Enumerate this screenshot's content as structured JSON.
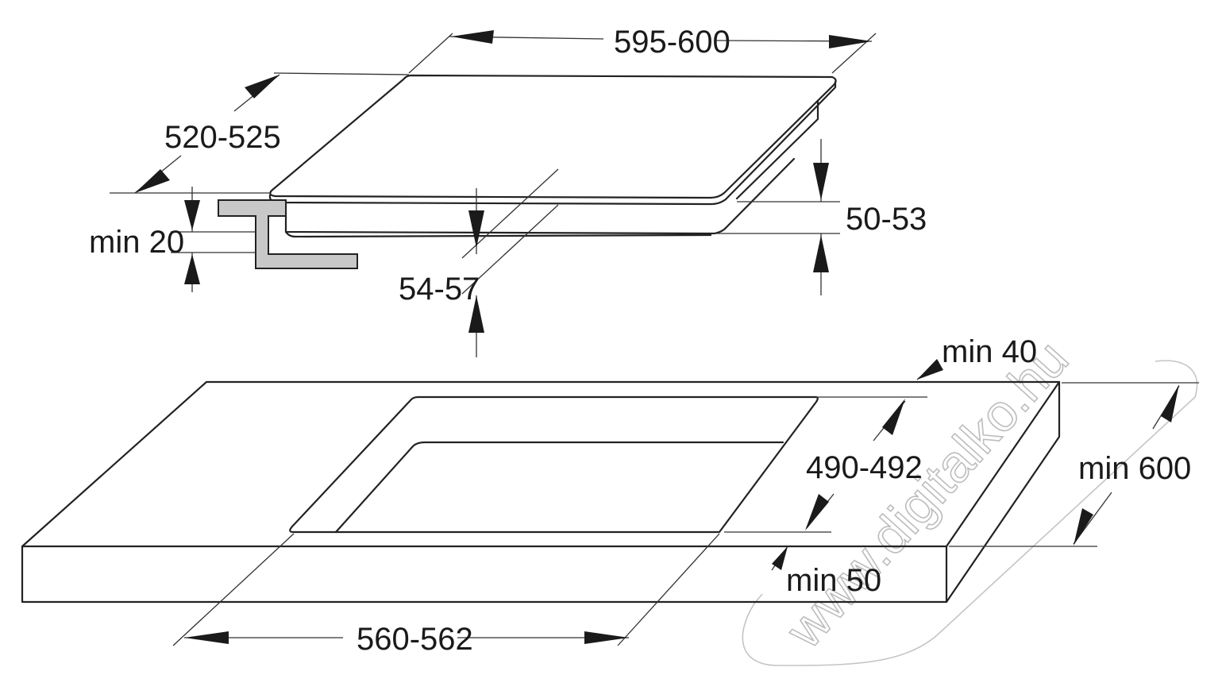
{
  "dimensions": {
    "hob_width": "595-600",
    "hob_depth": "520-525",
    "hob_total_height": "50-53",
    "hob_recess_height": "54-57",
    "min_gap_below": "min 20",
    "cutout_width": "560-562",
    "cutout_depth": "490-492",
    "min_back_distance": "min 40",
    "min_front_distance": "min 50",
    "min_worktop_depth": "min 600"
  },
  "watermark": {
    "text": "www.digitalko.hu"
  },
  "colors": {
    "line": "#222222",
    "bracket_fill": "#c8c8c8",
    "watermark": "#bdbdbd"
  }
}
